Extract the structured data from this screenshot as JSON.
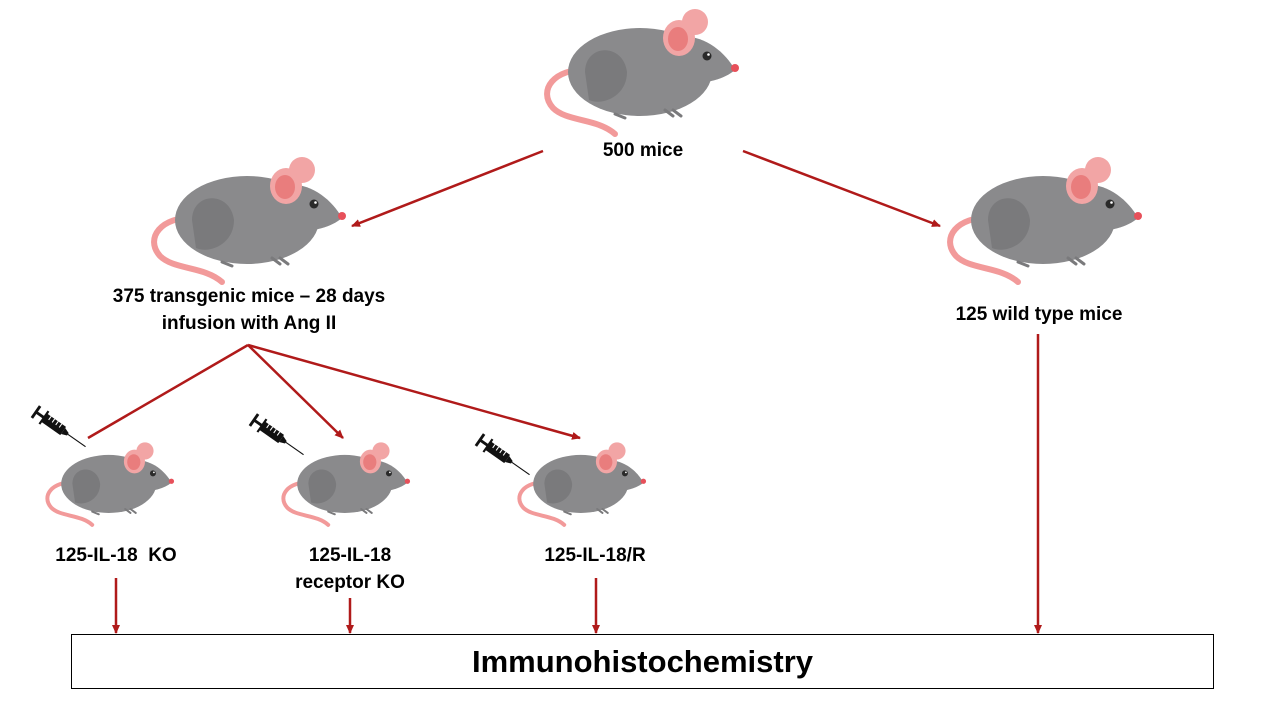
{
  "colors": {
    "arrow": "#b01a1a",
    "mouse_body": "#8a8a8c",
    "mouse_body_shadow": "#6e6e70",
    "mouse_ear_outer": "#f2a5a5",
    "mouse_ear_inner": "#e97d7d",
    "mouse_tail": "#f29a9a",
    "mouse_nose": "#e7505a",
    "syringe": "#111111"
  },
  "nodes": {
    "root": {
      "label": "500 mice",
      "icon": "mouse-icon"
    },
    "transgenic": {
      "label": "375 transgenic mice – 28 days infusion with Ang II",
      "icon": "mouse-icon"
    },
    "wild_type": {
      "label": "125 wild type mice",
      "icon": "mouse-icon"
    },
    "il18_ko": {
      "label": "125-IL-18  KO",
      "icon": "mouse-with-syringe-icon"
    },
    "il18_receptor_ko": {
      "label": "125-IL-18 receptor KO",
      "icon": "mouse-with-syringe-icon"
    },
    "il18_r": {
      "label": "125-IL-18/R",
      "icon": "mouse-with-syringe-icon"
    }
  },
  "final_step": {
    "label": "Immunohistochemistry"
  },
  "edges": [
    {
      "from": "root",
      "to": "transgenic"
    },
    {
      "from": "root",
      "to": "wild_type"
    },
    {
      "from": "transgenic",
      "to": "il18_ko"
    },
    {
      "from": "transgenic",
      "to": "il18_receptor_ko"
    },
    {
      "from": "transgenic",
      "to": "il18_r"
    },
    {
      "from": "il18_ko",
      "to": "final_step"
    },
    {
      "from": "il18_receptor_ko",
      "to": "final_step"
    },
    {
      "from": "il18_r",
      "to": "final_step"
    },
    {
      "from": "wild_type",
      "to": "final_step"
    }
  ]
}
